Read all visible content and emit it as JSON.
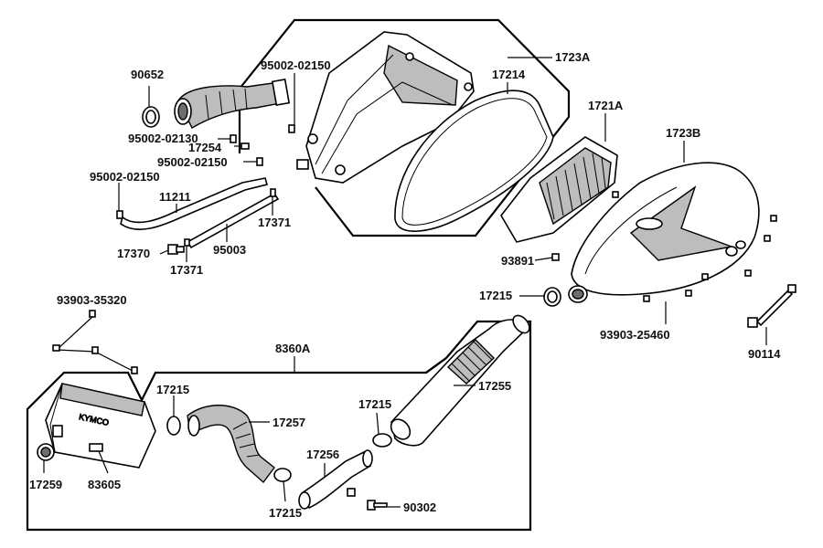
{
  "labels": {
    "p90652": "90652",
    "p95002_02150_a": "95002-02150",
    "p95002_02130": "95002-02130",
    "p17254": "17254",
    "p95002_02150_b": "95002-02150",
    "p95002_02150_c": "95002-02150",
    "p11211": "11211",
    "p17370": "17370",
    "p17371_a": "17371",
    "p95003": "95003",
    "p17371_b": "17371",
    "p1723A": "1723A",
    "p17214": "17214",
    "p1721A": "1721A",
    "p1723B": "1723B",
    "p93891": "93891",
    "p17215_top": "17215",
    "p93903_25460": "93903-25460",
    "p90114": "90114",
    "p93903_35320": "93903-35320",
    "p8360A": "8360A",
    "p17215_a": "17215",
    "p17257": "17257",
    "p17255": "17255",
    "p17215_b": "17215",
    "p17256": "17256",
    "p17215_c": "17215",
    "p90302": "90302",
    "p17259": "17259",
    "p83605": "83605"
  },
  "colors": {
    "line": "#000000",
    "shade": "#bdbdbd",
    "dark": "#6d6d6d"
  }
}
